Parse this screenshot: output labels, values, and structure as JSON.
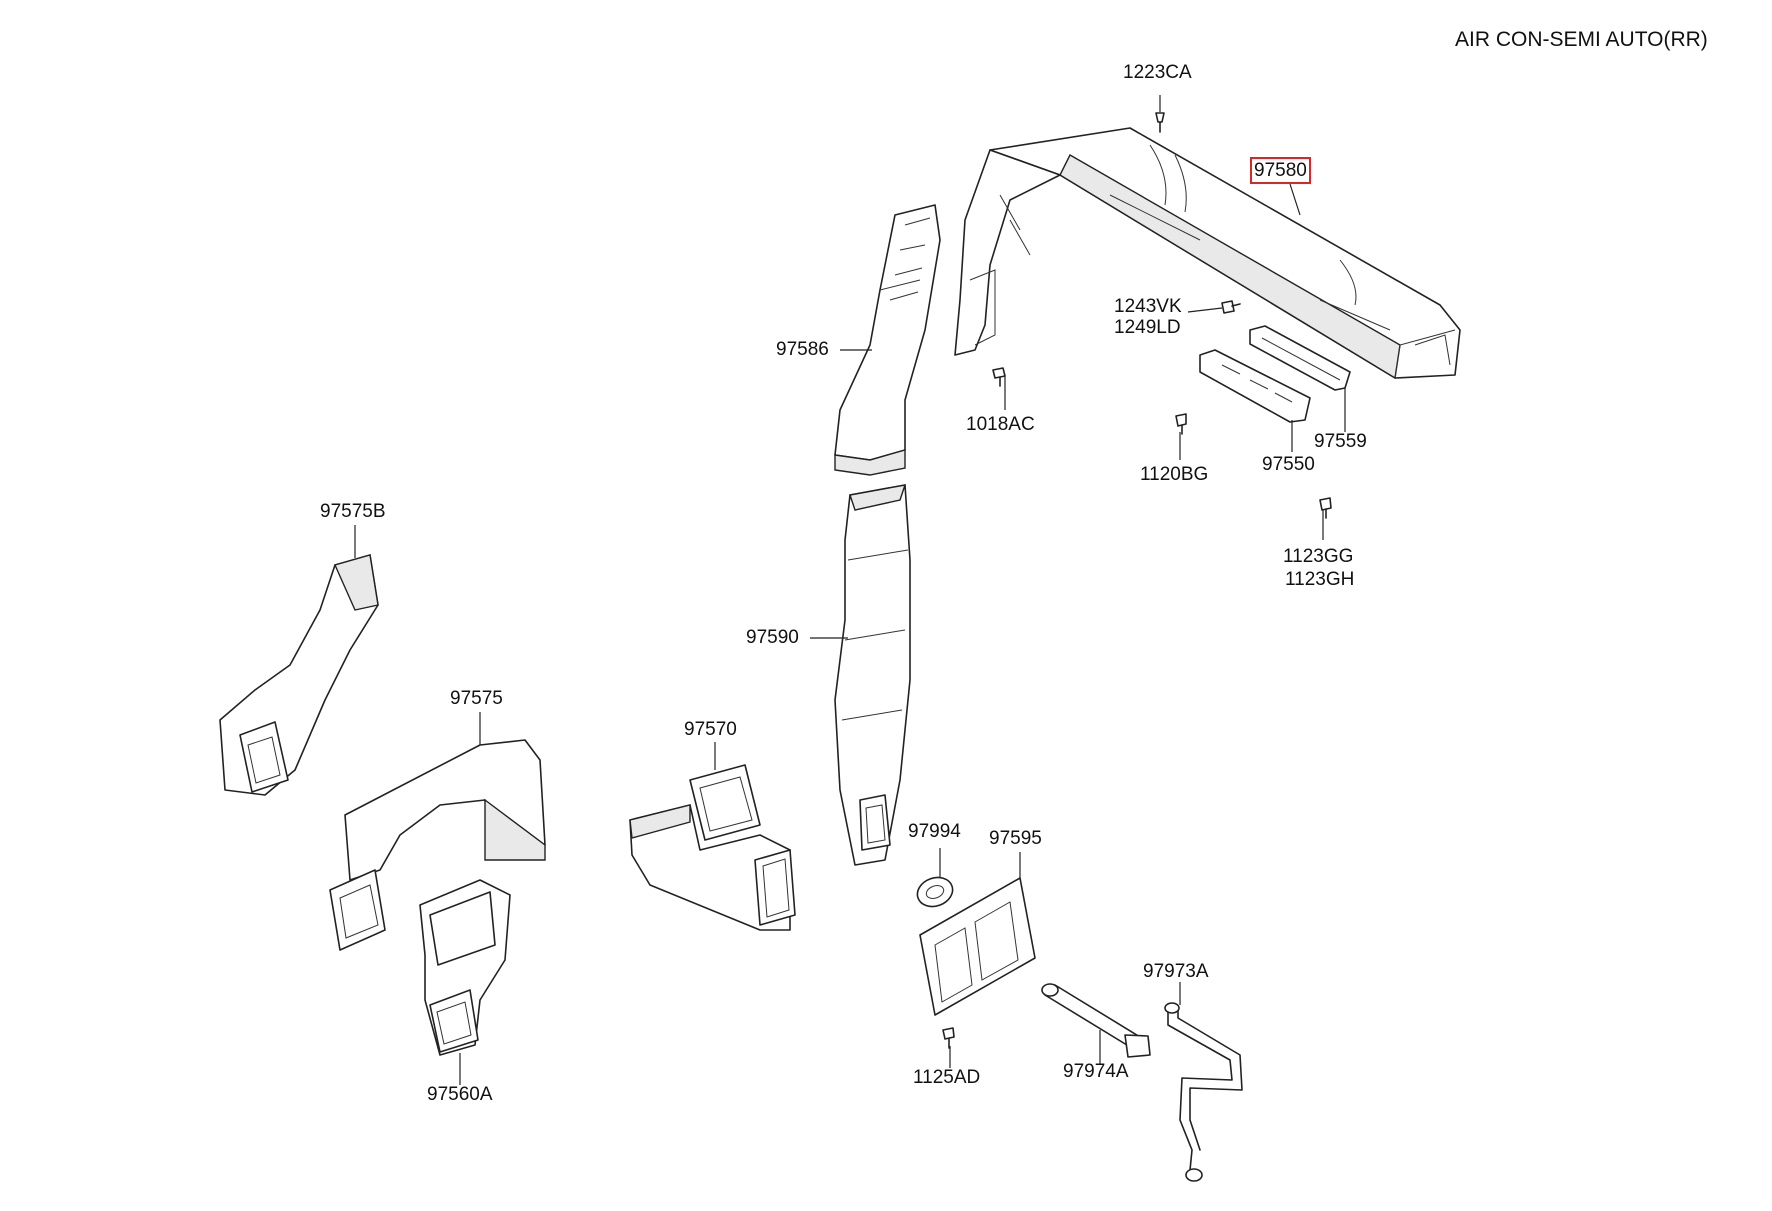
{
  "title": "AIR CON-SEMI AUTO(RR)",
  "labels": {
    "p1223CA": "1223CA",
    "p97580": "97580",
    "p1243VK": "1243VK",
    "p1249LD": "1249LD",
    "p97586": "97586",
    "p1018AC": "1018AC",
    "p97559": "97559",
    "p97550": "97550",
    "p1120BG": "1120BG",
    "p1123GG": "1123GG",
    "p1123GH": "1123GH",
    "p97575B": "97575B",
    "p97590": "97590",
    "p97575": "97575",
    "p97570": "97570",
    "p97994": "97994",
    "p97595": "97595",
    "p97973A": "97973A",
    "p97974A": "97974A",
    "p1125AD": "1125AD",
    "p97560A": "97560A"
  },
  "highlight_color": "#d62828"
}
